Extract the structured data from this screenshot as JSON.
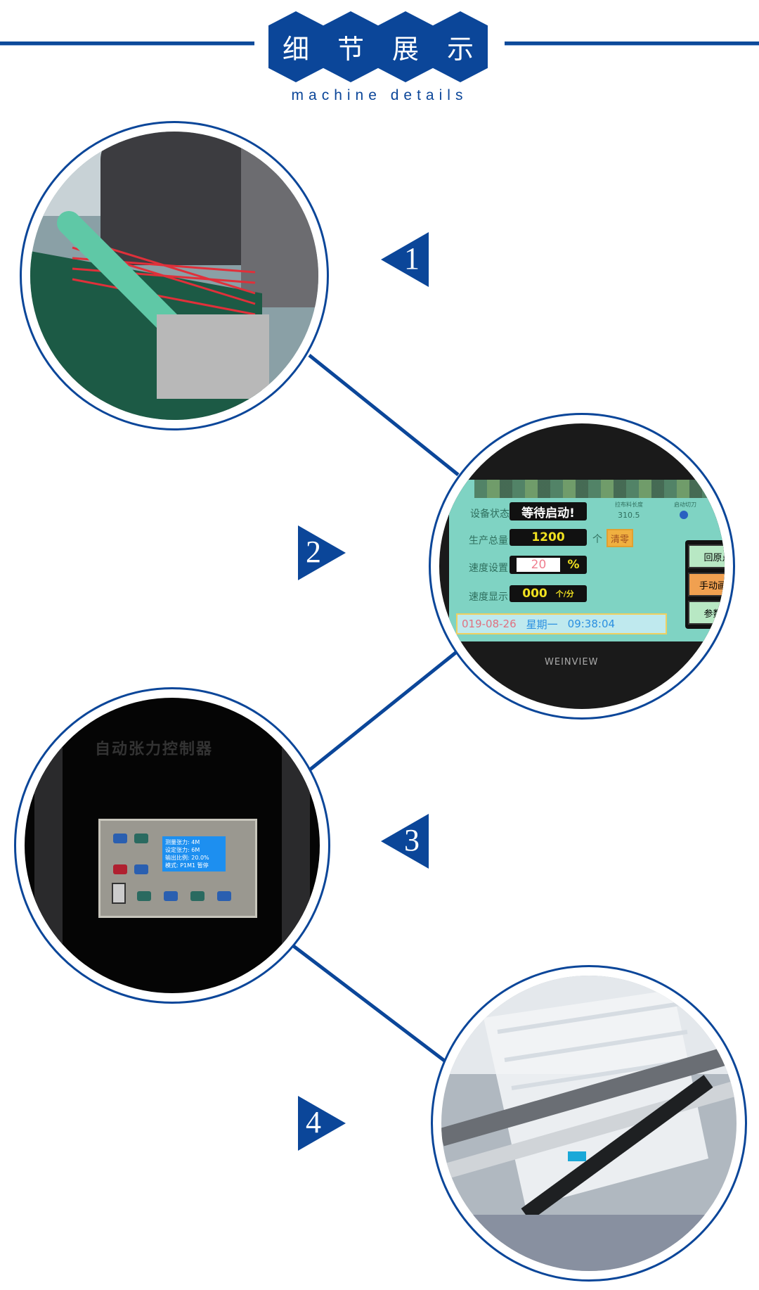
{
  "header": {
    "title_chars": [
      "细",
      "节",
      "展",
      "示"
    ],
    "subtitle": "machine details"
  },
  "colors": {
    "brand": "#0b4699"
  },
  "steps": [
    "1",
    "2",
    "3",
    "4"
  ],
  "hmi": {
    "status_label": "设备状态",
    "status_value": "等待启动!",
    "total_label": "生产总量",
    "total_value": "1200",
    "total_unit": "个",
    "clear_button": "清零",
    "speed_set_label": "速度设置",
    "speed_set_value": "20",
    "speed_set_unit": "%",
    "speed_show_label": "速度显示",
    "speed_show_value": "000",
    "speed_show_unit": "个/分",
    "length_label": "拉布料长度",
    "length_value": "310.5",
    "cut_label": "启动切刀",
    "side_buttons": [
      "回原点",
      "手动画面",
      "参数设"
    ],
    "date": "019-08-26",
    "weekday": "星期一",
    "time": "09:38:04",
    "brand": "WEINVIEW"
  },
  "controller": {
    "cabinet_label": "自动张力控制器",
    "lcd_lines": [
      "测量张力:    4M",
      "设定张力:    6M",
      "输出比例: 20.0%",
      "模式: P1M1  暂停"
    ]
  }
}
